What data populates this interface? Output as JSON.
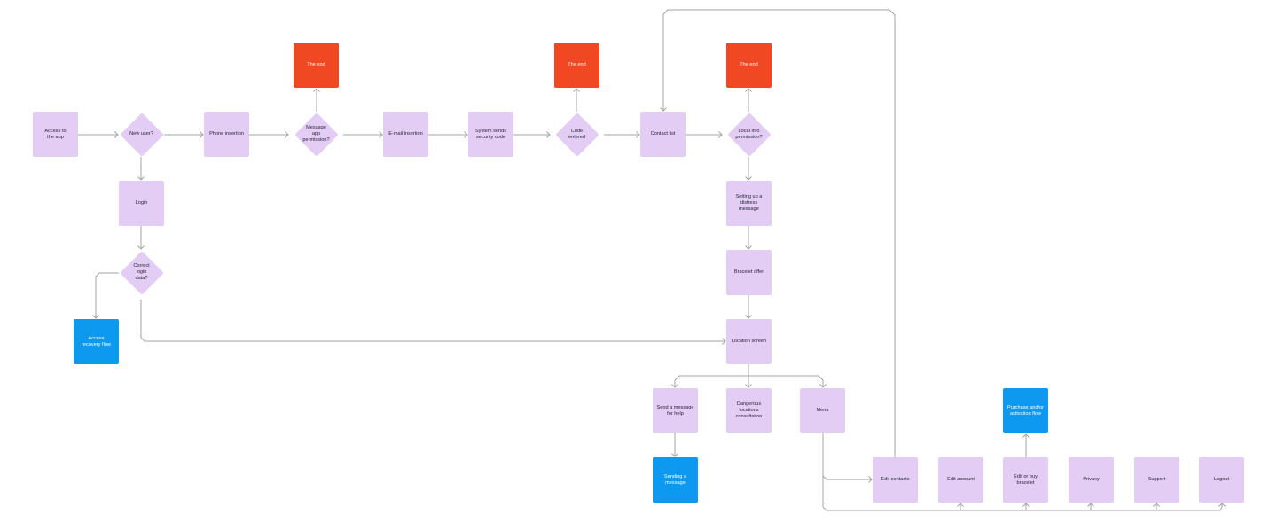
{
  "colors": {
    "lavender": "#e3cdf5",
    "red": "#f04822",
    "blue": "#0d99f0",
    "connector": "#a3a3a3"
  },
  "nodes": {
    "access_app": "Access to\nthe app",
    "new_user": "New user?",
    "phone_insertion": "Phone insertion",
    "message_permission": "Message\napp\npermission?",
    "the_end_1": "The end",
    "email_insertion": "E-mail insertion",
    "security_code": "System sends\nsecurity code",
    "code_entered": "Code\nentered",
    "the_end_2": "The end",
    "contact_list": "Contact list",
    "local_permission": "Local info\npermission?",
    "the_end_3": "The end",
    "login": "Login",
    "correct_login": "Correct\nlogin\ndata?",
    "recovery_flow": "Access\nrecovery flow",
    "distress_message": "Setting up a\ndistress message",
    "bracelet_offer": "Bracelet offer",
    "location_screen": "Location screen",
    "send_help": "Send a message\nfor help",
    "dangerous_locations": "Dangerous\nlocations\nconsultation",
    "menu": "Menu",
    "sending_message": "Sending a\nmessage",
    "edit_contacts": "Edit contacts",
    "edit_account": "Edit account",
    "edit_bracelet": "Edit or buy\nbracelet",
    "purchase_flow": "Purchase and/or\nactivation flow",
    "privacy": "Privacy",
    "support": "Support",
    "logout": "Logout"
  }
}
